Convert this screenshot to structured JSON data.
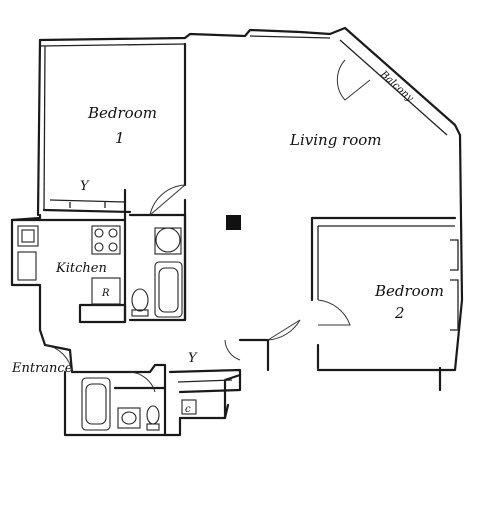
{
  "rooms": {
    "bedroom1": {
      "name": "Bedroom",
      "number": "1"
    },
    "living": {
      "name": "Living room"
    },
    "bedroom2": {
      "name": "Bedroom",
      "number": "2"
    },
    "kitchen": {
      "name": "Kitchen"
    },
    "balcony": {
      "name": "Balcony"
    },
    "entrance": {
      "name": "Entrance"
    }
  },
  "symbols": {
    "closet_mark": "Y",
    "fridge_mark": "R",
    "closet_small": "c"
  }
}
